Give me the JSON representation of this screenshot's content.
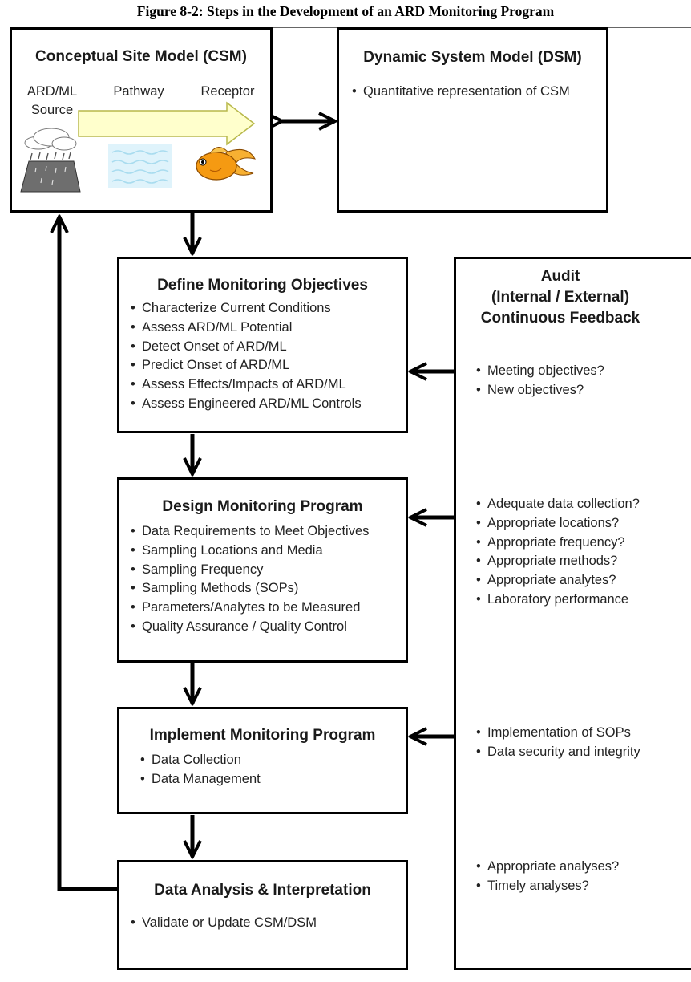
{
  "figure_title": "Figure 8-2: Steps in the Development of an ARD Monitoring Program",
  "csm": {
    "title": "Conceptual Site Model (CSM)",
    "source_label": "ARD/ML Source",
    "pathway_label": "Pathway",
    "receptor_label": "Receptor",
    "icons": [
      "cloud-rain-icon",
      "rock-pile-icon",
      "water-icon",
      "goldfish-icon"
    ]
  },
  "dsm": {
    "title": "Dynamic System Model (DSM)",
    "items": [
      "Quantitative representation of CSM"
    ]
  },
  "define": {
    "title": "Define Monitoring Objectives",
    "items": [
      "Characterize Current Conditions",
      "Assess ARD/ML Potential",
      "Detect Onset of ARD/ML",
      "Predict Onset of ARD/ML",
      "Assess Effects/Impacts of ARD/ML",
      "Assess Engineered  ARD/ML Controls"
    ]
  },
  "design": {
    "title": "Design Monitoring Program",
    "items": [
      "Data Requirements to Meet Objectives",
      "Sampling Locations and Media",
      "Sampling Frequency",
      "Sampling Methods (SOPs)",
      "Parameters/Analytes to be Measured",
      "Quality Assurance / Quality Control"
    ]
  },
  "implement": {
    "title": "Implement Monitoring Program",
    "items": [
      "Data Collection",
      "Data Management"
    ]
  },
  "analysis": {
    "title": "Data Analysis & Interpretation",
    "items": [
      "Validate or Update CSM/DSM"
    ]
  },
  "audit": {
    "title_line1": "Audit",
    "title_line2": "(Internal / External)",
    "title_line3": "Continuous Feedback",
    "group1": [
      "Meeting objectives?",
      "New objectives?"
    ],
    "group2": [
      "Adequate data collection?",
      "Appropriate locations?",
      "Appropriate frequency?",
      "Appropriate methods?",
      "Appropriate analytes?",
      "Laboratory performance"
    ],
    "group3": [
      "Implementation of SOPs",
      "Data security and integrity"
    ],
    "group4": [
      "Appropriate analyses?",
      "Timely analyses?"
    ]
  },
  "colors": {
    "line": "#000000",
    "arrow_fill": "#ffffcc",
    "arrow_stroke": "#b8b84a",
    "water": "#dff3fb",
    "rock": "#6e6e6e",
    "fish_orange": "#f59a12"
  }
}
